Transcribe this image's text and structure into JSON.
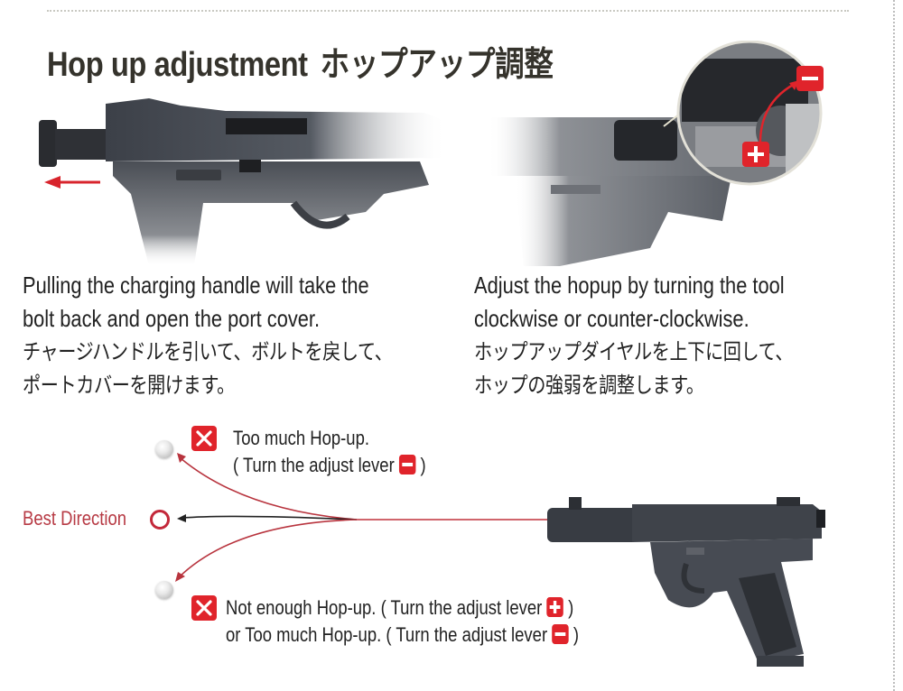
{
  "title": {
    "en": "Hop up adjustment",
    "jp": "ホップアップ調整"
  },
  "step_left": {
    "en_line1": "Pulling the charging handle will take the",
    "en_line2": "bolt back and open the port cover.",
    "jp_line1": "チャージハンドルを引いて、ボルトを戻して、",
    "jp_line2": "ポートカバーを開けます。",
    "image_alt": "pistol with charging handle pulled back",
    "arrow": "left-arrow"
  },
  "step_right": {
    "en_line1": "Adjust the hopup by turning the tool",
    "en_line2": "clockwise or counter-clockwise.",
    "jp_line1": "ホップアップダイヤルを上下に回して、",
    "jp_line2": "ホップの強弱を調整します。",
    "image_alt": "open port cover with hop-up dial close-up",
    "magnifier": {
      "top_badge": "minus",
      "bottom_badge": "plus"
    }
  },
  "diagram": {
    "too_much": {
      "icon": "x-icon",
      "line1": "Too much Hop-up.",
      "line2_prefix": "( Turn the adjust lever",
      "line2_badge": "minus",
      "line2_suffix": ")"
    },
    "best": {
      "label": "Best Direction",
      "icon": "circle-o-icon"
    },
    "not_enough": {
      "icon": "x-icon",
      "line1_prefix": "Not enough Hop-up. ( Turn the adjust lever",
      "line1_badge": "plus",
      "line1_suffix": ")",
      "line2_prefix": "or Too much Hop-up. ( Turn the adjust lever",
      "line2_badge": "minus",
      "line2_suffix": ")"
    }
  },
  "colors": {
    "accent_red": "#e0242b",
    "best_label": "#b73a44",
    "title": "#35332c",
    "trajectory": "#c0323c"
  }
}
